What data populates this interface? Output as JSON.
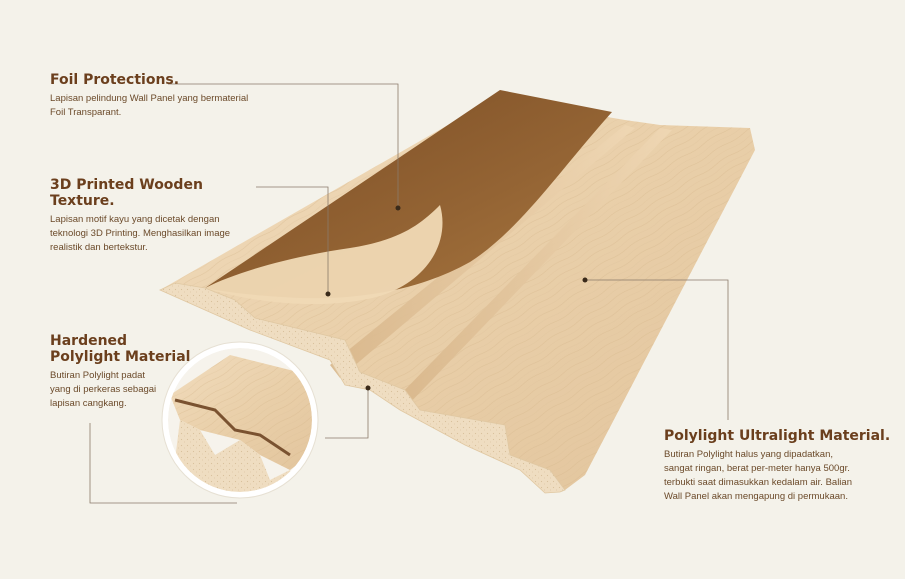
{
  "labels": {
    "foil": {
      "title": "Foil Protections.",
      "desc_1": "Lapisan pelindung Wall Panel yang bermaterial",
      "desc_2": "Foil Transparant."
    },
    "texture": {
      "title": "3D Printed Wooden Texture.",
      "desc_1": "Lapisan motif kayu yang dicetak dengan",
      "desc_2": "teknologi 3D Printing. Menghasilkan image",
      "desc_3": "realistik dan bertekstur."
    },
    "hardened": {
      "title_1": "Hardened",
      "title_2": "Polylight Material",
      "desc_1": "Butiran Polylight padat",
      "desc_2": "yang di perkeras sebagai",
      "desc_3": "lapisan cangkang."
    },
    "ultralight": {
      "title": "Polylight Ultralight Material.",
      "desc_1": "Butiran Polylight halus yang dipadatkan,",
      "desc_2": "sangat ringan, berat per-meter hanya 500gr.",
      "desc_3": "terbukti saat dimasukkan kedalam air. Balian",
      "desc_4": "Wall Panel akan mengapung di permukaan."
    }
  },
  "colors": {
    "background": "#f4f2ea",
    "title": "#6b3f1d",
    "text": "#6b4a2a",
    "leader_line": "#8a7a6a",
    "wood_light": "#ecd3b1",
    "wood_dark": "#8a5a2e",
    "core": "#eedcbf"
  }
}
